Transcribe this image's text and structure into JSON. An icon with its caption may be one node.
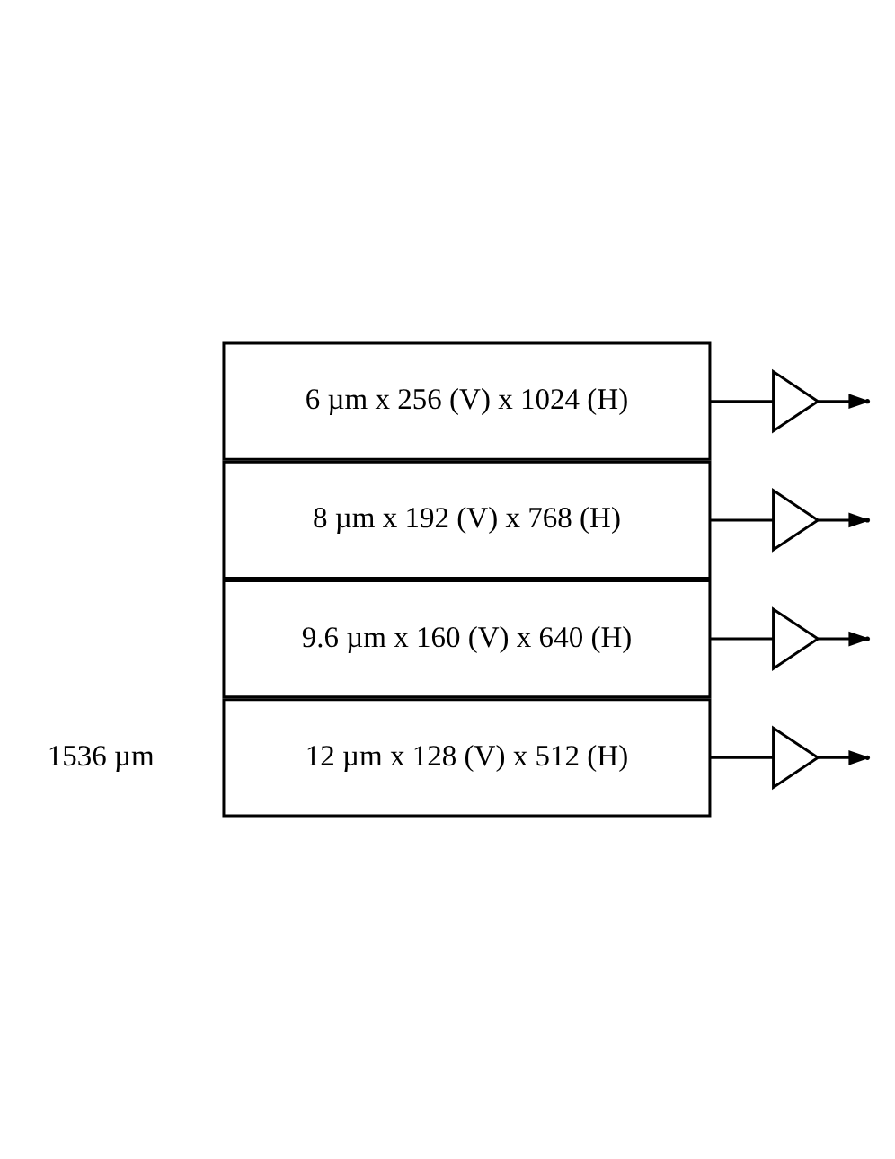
{
  "diagram": {
    "nodes": [
      {
        "text": [
          "6 µm x 256 (V) x 1024 (H)"
        ]
      },
      {
        "text": [
          "8 µm x 192 (V) x 768 (H)"
        ]
      },
      {
        "text": [
          "9.6 µm x 160 (V) x 640 (H)"
        ]
      },
      {
        "text": [
          "12 µm x 128 (V) x 512 (H)"
        ]
      },
      {
        "text": [],
        "shape": "triangle"
      },
      {
        "text": [],
        "shape": "triangle"
      },
      {
        "text": [],
        "shape": "triangle"
      },
      {
        "text": [],
        "shape": "triangle"
      }
    ],
    "edges": [
      {
        "from": 0,
        "to": 4,
        "arrow": "none"
      },
      {
        "from": 4,
        "to": null,
        "arrow": "to"
      },
      {
        "from": 1,
        "to": 5,
        "arrow": "none"
      },
      {
        "from": 5,
        "to": null,
        "arrow": "to"
      },
      {
        "from": 2,
        "to": 6,
        "arrow": "none"
      },
      {
        "from": 6,
        "to": null,
        "arrow": "to"
      },
      {
        "from": 3,
        "to": 7,
        "arrow": "none"
      },
      {
        "from": 7,
        "to": null,
        "arrow": "to"
      }
    ],
    "labels": [
      "1536 µm"
    ]
  }
}
